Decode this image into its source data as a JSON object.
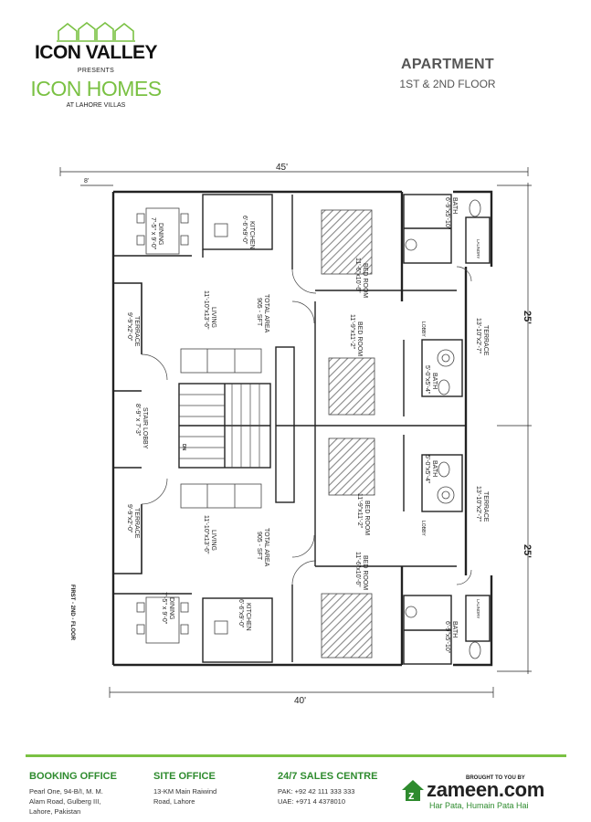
{
  "brand": {
    "line1": "ICON VALLEY",
    "presents": "PRESENTS",
    "line2": "ICON HOMES",
    "sub": "AT LAHORE VILLAS"
  },
  "plan_title": "APARTMENT",
  "plan_subtitle": "1ST & 2ND FLOOR",
  "floor_label": "FIRST - 2ND - FLOOR",
  "dimensions": {
    "top_width": "45'",
    "top_small": "8'",
    "bottom_width": "40'",
    "right_upper": "25'",
    "right_lower": "25'"
  },
  "rooms": {
    "dining_top": [
      "DINING",
      "7'-5\" x 9'-0\""
    ],
    "kitchen_top": [
      "KITCHEN",
      "6'-6\"x9'-0\""
    ],
    "bedroom_top": [
      "BED ROOM",
      "11'-6\"x10'-6\""
    ],
    "bath_top": [
      "BATH",
      "6'-9\"x5'-10\""
    ],
    "laundry_top": "LAUNDRY",
    "total_area_top": [
      "TOTAL AREA",
      "905 - SFT"
    ],
    "living_top": [
      "LIVING",
      "11'-10\"x13'-6\""
    ],
    "bedroom_mid_top": [
      "BED ROOM",
      "11'-9\"x11'-2\""
    ],
    "lobby_top": "LOBBY",
    "bath_mid_top": [
      "BATH",
      "5'-0\"x5'-4\""
    ],
    "terrace_right_top": [
      "TERRACE",
      "13'-10\"x2'-7\""
    ],
    "terrace_left_top": [
      "TERRACE",
      "9'-9\"x2'-0\""
    ],
    "stair_lobby": [
      "STAIR LOBBY",
      "8'-9\" x 7'-3\""
    ],
    "stair_marker": "DN",
    "terrace_left_bottom": [
      "TERRACE",
      "9'-9\"x2'-0\""
    ],
    "bath_mid_bottom": [
      "BATH",
      "5'-0\"x5'-4\""
    ],
    "terrace_right_bottom": [
      "TERRACE",
      "13'-10\"x2'-7\""
    ],
    "bedroom_mid_bottom": [
      "BED ROOM",
      "11'-9\"x11'-2\""
    ],
    "lobby_bottom": "LOBBY",
    "total_area_bottom": [
      "TOTAL AREA",
      "905 - SFT"
    ],
    "living_bottom": [
      "LIVING",
      "11'-10\"x13'-6\""
    ],
    "bedroom_bottom": [
      "BED ROOM",
      "11'-6\"x10'-6\""
    ],
    "dining_bottom": [
      "DINING",
      "7'-5\" x 9'-0\""
    ],
    "kitchen_bottom": [
      "KITCHEN",
      "6'-6\"x9'-0\""
    ],
    "laundry_bottom": "LAUNDRY",
    "bath_bottom": [
      "BATH",
      "6'-9\"x5'-10\""
    ]
  },
  "footer": {
    "booking": {
      "title": "BOOKING OFFICE",
      "lines": [
        "Pearl One, 94-B/I, M. M.",
        "Alam Road,  Gulberg III,",
        "Lahore, Pakistan"
      ]
    },
    "site": {
      "title": "SITE OFFICE",
      "lines": [
        "13-KM Main Raiwind",
        "Road, Lahore"
      ]
    },
    "sales": {
      "title": "24/7 SALES CENTRE",
      "lines": [
        "PAK: +92 42 111 333 333",
        "UAE: +971 4 4378010"
      ]
    },
    "brought": "BROUGHT TO YOU BY",
    "zameen": "zameen.com",
    "tagline": "Har Pata, Humain Pata Hai"
  },
  "colors": {
    "accent": "#7ac143",
    "footer_green": "#2e8b2e",
    "line": "#222222"
  }
}
